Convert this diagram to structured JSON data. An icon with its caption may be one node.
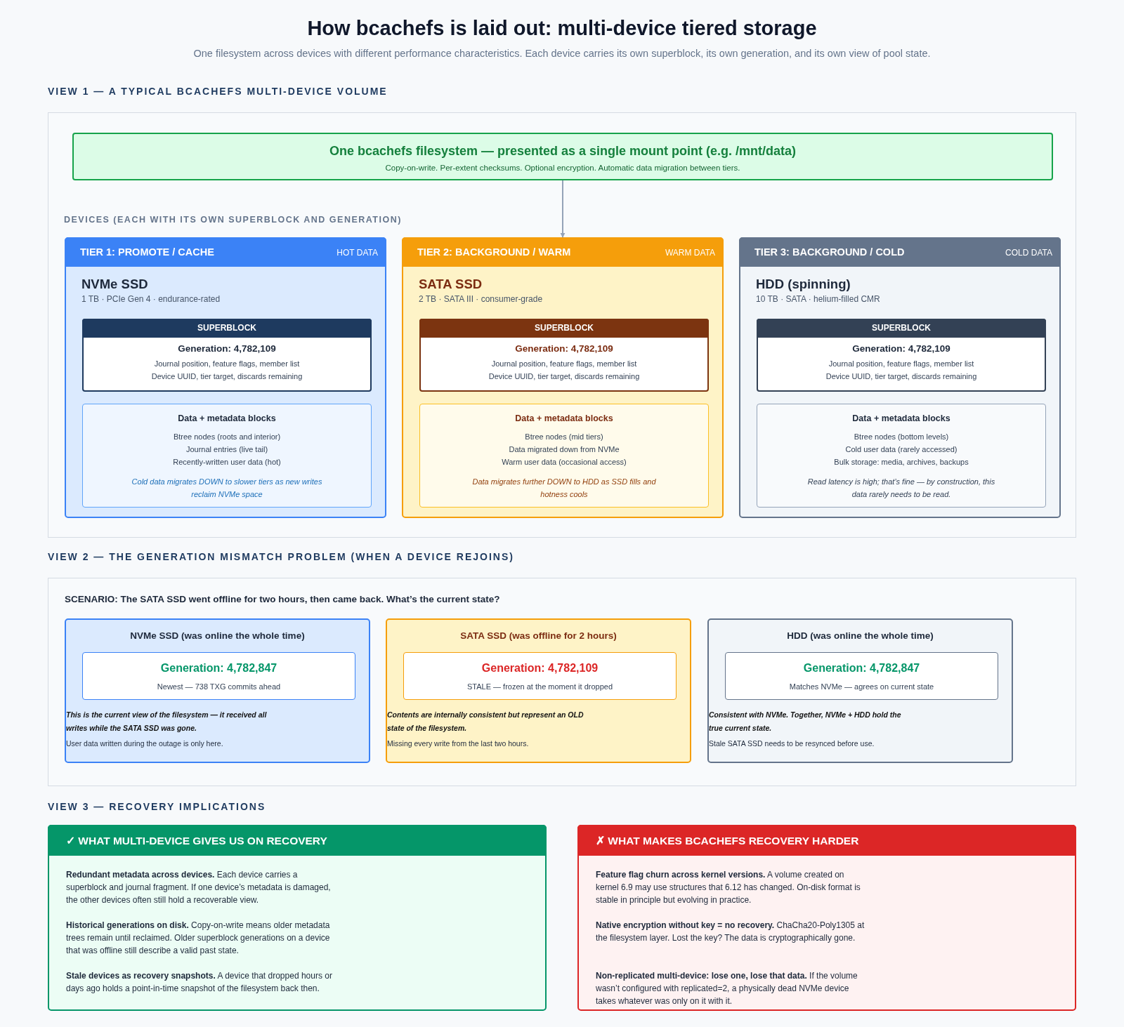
{
  "diagram": {
    "title": "How bcachefs is laid out: multi-device tiered storage",
    "nodes": [
      {
        "text": [
          "VIEW 1 — A TYPICAL BCACHEFS MULTI-DEVICE VOLUME"
        ]
      },
      {
        "text": [
          "One bcachefs filesystem — presented as a single mount point (e.g. /mnt/data)",
          "Copy-on-write. Per-extent checksums. Optional encryption. Automatic data migration between tiers."
        ],
        "in": 0
      },
      {
        "text": [
          "TIER 1: PROMOTE / CACHE",
          "HOT DATA",
          "NVMe SSD",
          "1 TB · PCIe Gen 4 · endurance-rated"
        ],
        "in": 0
      },
      {
        "text": [
          "SUPERBLOCK",
          "Generation: 4,782,109",
          "Journal position, feature flags, member list",
          "Device UUID, tier target, discards remaining"
        ],
        "in": 2
      },
      {
        "text": [
          "Data + metadata blocks",
          "Btree nodes (roots and interior)",
          "Journal entries (live tail)",
          "Recently-written user data (hot)",
          "Cold data migrates DOWN to slower tiers as new writes reclaim NVMe space"
        ],
        "in": 2
      },
      {
        "text": [
          "TIER 2: BACKGROUND / WARM",
          "WARM DATA",
          "SATA SSD",
          "2 TB · SATA III · consumer-grade"
        ],
        "in": 0
      },
      {
        "text": [
          "SUPERBLOCK",
          "Generation: 4,782,109",
          "Journal position, feature flags, member list",
          "Device UUID, tier target, discards remaining"
        ],
        "in": 5
      },
      {
        "text": [
          "Data + metadata blocks",
          "Btree nodes (mid tiers)",
          "Data migrated down from NVMe",
          "Warm user data (occasional access)",
          "Data migrates further DOWN to HDD as SSD fills and hotness cools"
        ],
        "in": 5
      },
      {
        "text": [
          "TIER 3: BACKGROUND / COLD",
          "COLD DATA",
          "HDD (spinning)",
          "10 TB · SATA · helium-filled CMR"
        ],
        "in": 0
      },
      {
        "text": [
          "SUPERBLOCK",
          "Generation: 4,782,109",
          "Journal position, feature flags, member list",
          "Device UUID, tier target, discards remaining"
        ],
        "in": 8
      },
      {
        "text": [
          "Data + metadata blocks",
          "Btree nodes (bottom levels)",
          "Cold user data (rarely accessed)",
          "Bulk storage: media, archives, backups",
          "Read latency is high; that’s fine — by construction, this data rarely needs to be read."
        ],
        "in": 8
      },
      {
        "text": [
          "VIEW 2 — THE GENERATION MISMATCH PROBLEM (WHEN A DEVICE REJOINS)",
          "SCENARIO: The SATA SSD went offline for two hours, then came back. What’s the current state?"
        ]
      },
      {
        "text": [
          "NVMe SSD (was online the whole time)",
          "This is the current view of the filesystem — it received all writes while the SATA SSD was gone.",
          "User data written during the outage is only here."
        ],
        "in": 11
      },
      {
        "text": [
          "Generation: 4,782,847",
          "Newest — 738 TXG commits ahead"
        ],
        "in": 12
      },
      {
        "text": [
          "SATA SSD (was offline for 2 hours)",
          "Contents are internally consistent but represent an OLD state of the filesystem.",
          "Missing every write from the last two hours."
        ],
        "in": 11
      },
      {
        "text": [
          "Generation: 4,782,109",
          "STALE — frozen at the moment it dropped"
        ],
        "in": 14
      },
      {
        "text": [
          "HDD (was online the whole time)",
          "Consistent with NVMe. Together, NVMe + HDD hold the true current state.",
          "Stale SATA SSD needs to be resynced before use."
        ],
        "in": 11
      },
      {
        "text": [
          "Generation: 4,782,847",
          "Matches NVMe — agrees on current state"
        ],
        "in": 16
      },
      {
        "text": [
          "✓ WHAT MULTI-DEVICE GIVES US ON RECOVERY",
          "**Redundant metadata across devices.** Each device carries a superblock and journal fragment. If one device’s metadata is damaged, the other devices often still hold a recoverable view.",
          "**Historical generations on disk.** Copy-on-write means older metadata trees remain until reclaimed. Older superblock generations on a device that was offline still describe a valid past state.",
          "**Stale devices as recovery snapshots.** A device that dropped hours or days ago holds a point-in-time snapshot of the filesystem back then."
        ]
      },
      {
        "text": [
          "✗ WHAT MAKES BCACHEFS RECOVERY HARDER",
          "**Feature flag churn across kernel versions.** A volume created on kernel 6.9 may use structures that 6.12 has changed. On-disk format is stable in principle but evolving in practice.",
          "**Native encryption without key = no recovery.** ChaCha20-Poly1305 at the filesystem layer. Lost the key? The data is cryptographically gone.",
          "**Non-replicated multi-device: lose one, lose that data.** If the volume wasn’t configured with replicated=2, a physically dead NVMe device takes whatever was only on it with it."
        ]
      }
    ],
    "edges": [
      {
        "from": 1,
        "to": 5,
        "arrow": "to"
      }
    ],
    "labels": [
      "One filesystem across devices with different performance characteristics. Each device carries its own superblock, its own generation, and its own view of pool state.",
      "DEVICES (EACH WITH ITS OWN SUPERBLOCK AND GENERATION)",
      "VIEW 3 — RECOVERY IMPLICATIONS"
    ]
  }
}
